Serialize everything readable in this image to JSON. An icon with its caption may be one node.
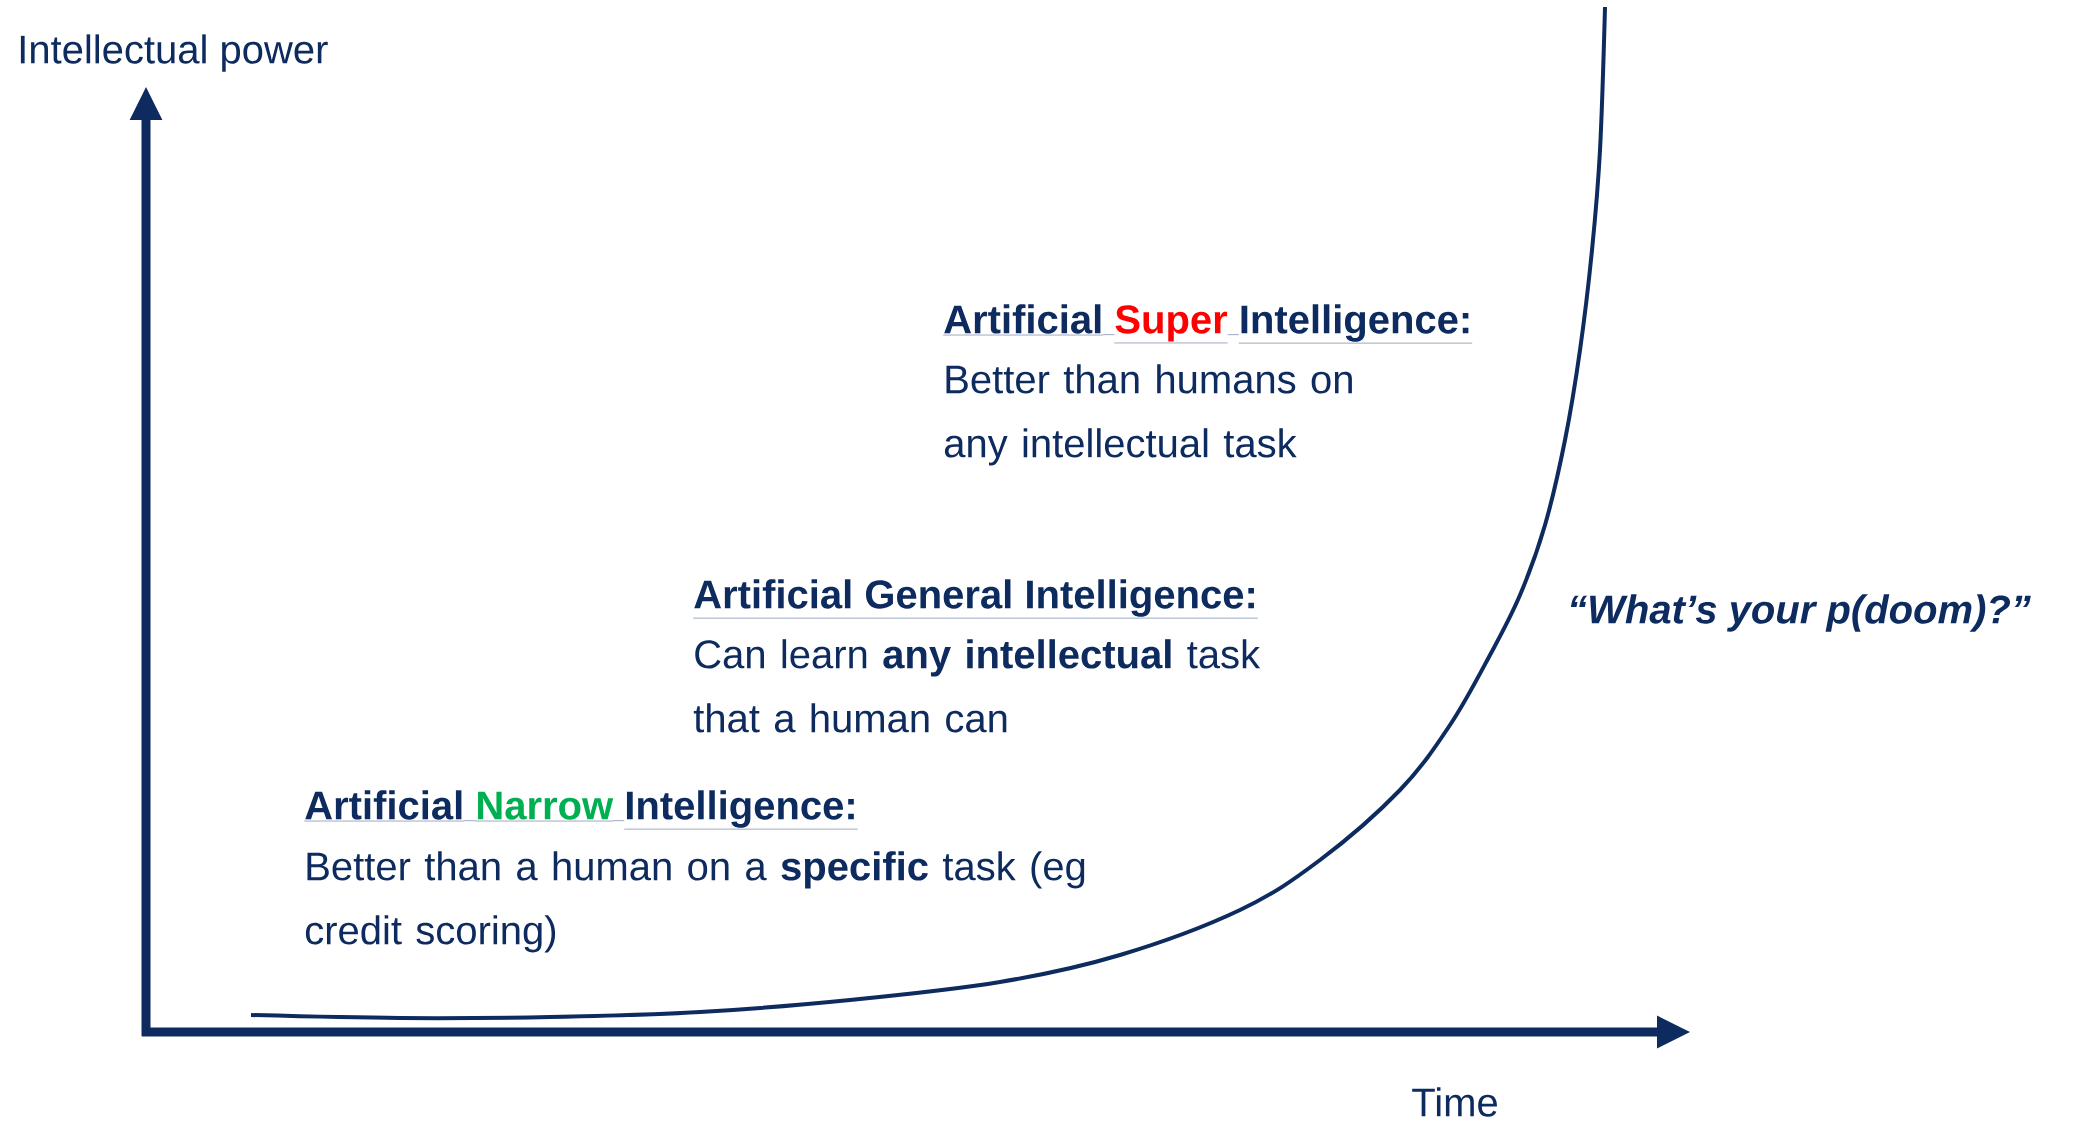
{
  "diagram": {
    "labels": [
      "Intellectual power",
      "Artificial",
      "Super",
      "Intelligence:",
      "Better than humans on any intellectual task",
      "Artificial General Intelligence:",
      "“What’s your p(doom)?”",
      "Can learn **any intellectual** task that a human can",
      "Artificial",
      "Narrow",
      "Intelligence:",
      "Better than a human on a **specific** task (eg credit scoring)",
      "Time"
    ]
  }
}
